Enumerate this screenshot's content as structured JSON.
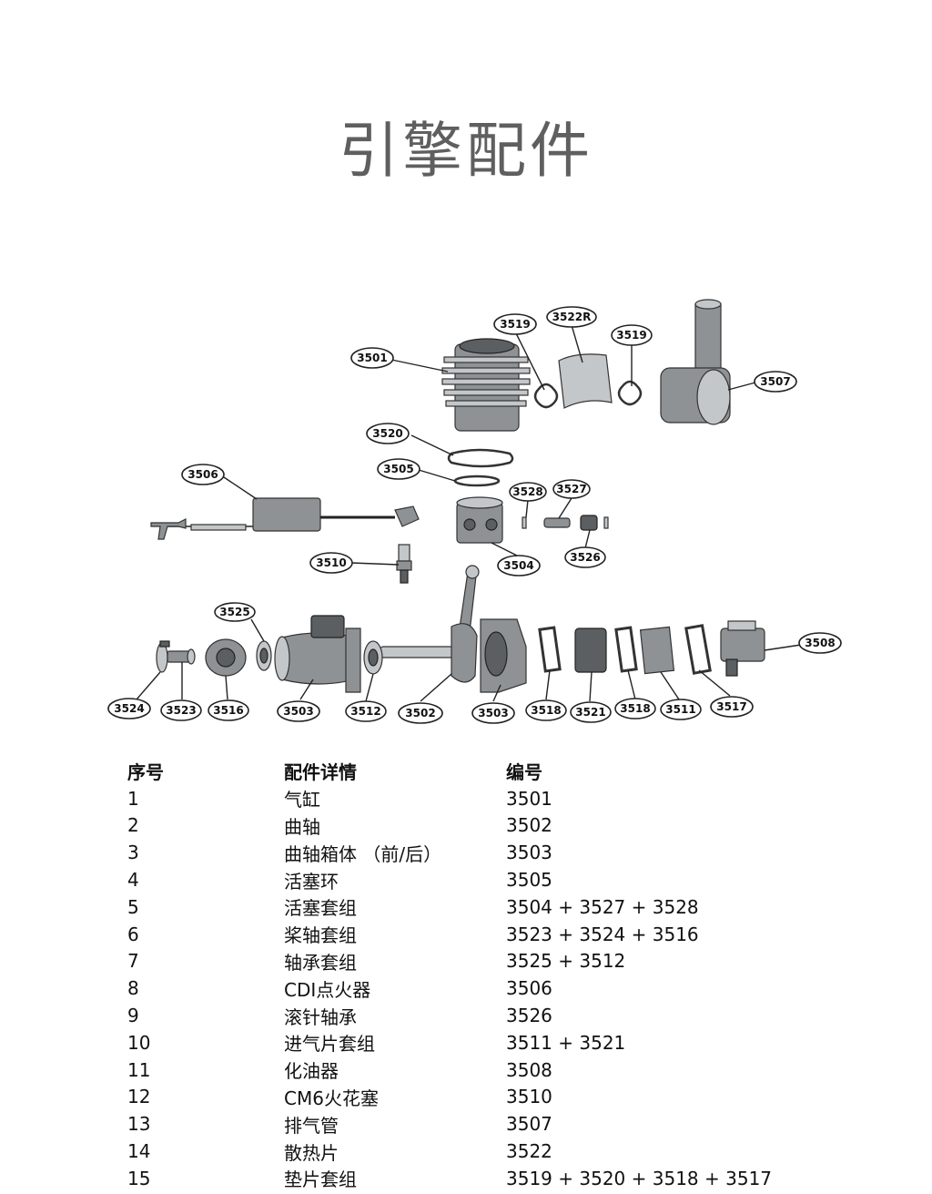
{
  "title": "引擎配件",
  "diagram": {
    "callouts": [
      {
        "label": "3501"
      },
      {
        "label": "3519"
      },
      {
        "label": "3522R"
      },
      {
        "label": "3519"
      },
      {
        "label": "3507"
      },
      {
        "label": "3520"
      },
      {
        "label": "3505"
      },
      {
        "label": "3506"
      },
      {
        "label": "3528"
      },
      {
        "label": "3527"
      },
      {
        "label": "3526"
      },
      {
        "label": "3504"
      },
      {
        "label": "3510"
      },
      {
        "label": "3525"
      },
      {
        "label": "3508"
      },
      {
        "label": "3524"
      },
      {
        "label": "3523"
      },
      {
        "label": "3516"
      },
      {
        "label": "3503"
      },
      {
        "label": "3512"
      },
      {
        "label": "3502"
      },
      {
        "label": "3503"
      },
      {
        "label": "3518"
      },
      {
        "label": "3521"
      },
      {
        "label": "3518"
      },
      {
        "label": "3511"
      },
      {
        "label": "3517"
      }
    ]
  },
  "table": {
    "headers": [
      "序号",
      "配件详情",
      "编号"
    ],
    "rows": [
      [
        "1",
        "气缸",
        "3501"
      ],
      [
        "2",
        "曲轴",
        "3502"
      ],
      [
        "3",
        "曲轴箱体 （前/后）",
        "3503"
      ],
      [
        "4",
        "活塞环",
        "3505"
      ],
      [
        "5",
        "活塞套组",
        "3504 + 3527 + 3528"
      ],
      [
        "6",
        "桨轴套组",
        "3523 + 3524 + 3516"
      ],
      [
        "7",
        "轴承套组",
        "3525 + 3512"
      ],
      [
        "8",
        "CDI点火器",
        "3506"
      ],
      [
        "9",
        "滚针轴承",
        "3526"
      ],
      [
        "10",
        "进气片套组",
        "3511 + 3521"
      ],
      [
        "11",
        "化油器",
        "3508"
      ],
      [
        "12",
        "CM6火花塞",
        "3510"
      ],
      [
        "13",
        "排气管",
        "3507"
      ],
      [
        "14",
        "散热片",
        "3522"
      ],
      [
        "15",
        "垫片套组",
        "3519 + 3520 + 3518 + 3517"
      ]
    ]
  }
}
